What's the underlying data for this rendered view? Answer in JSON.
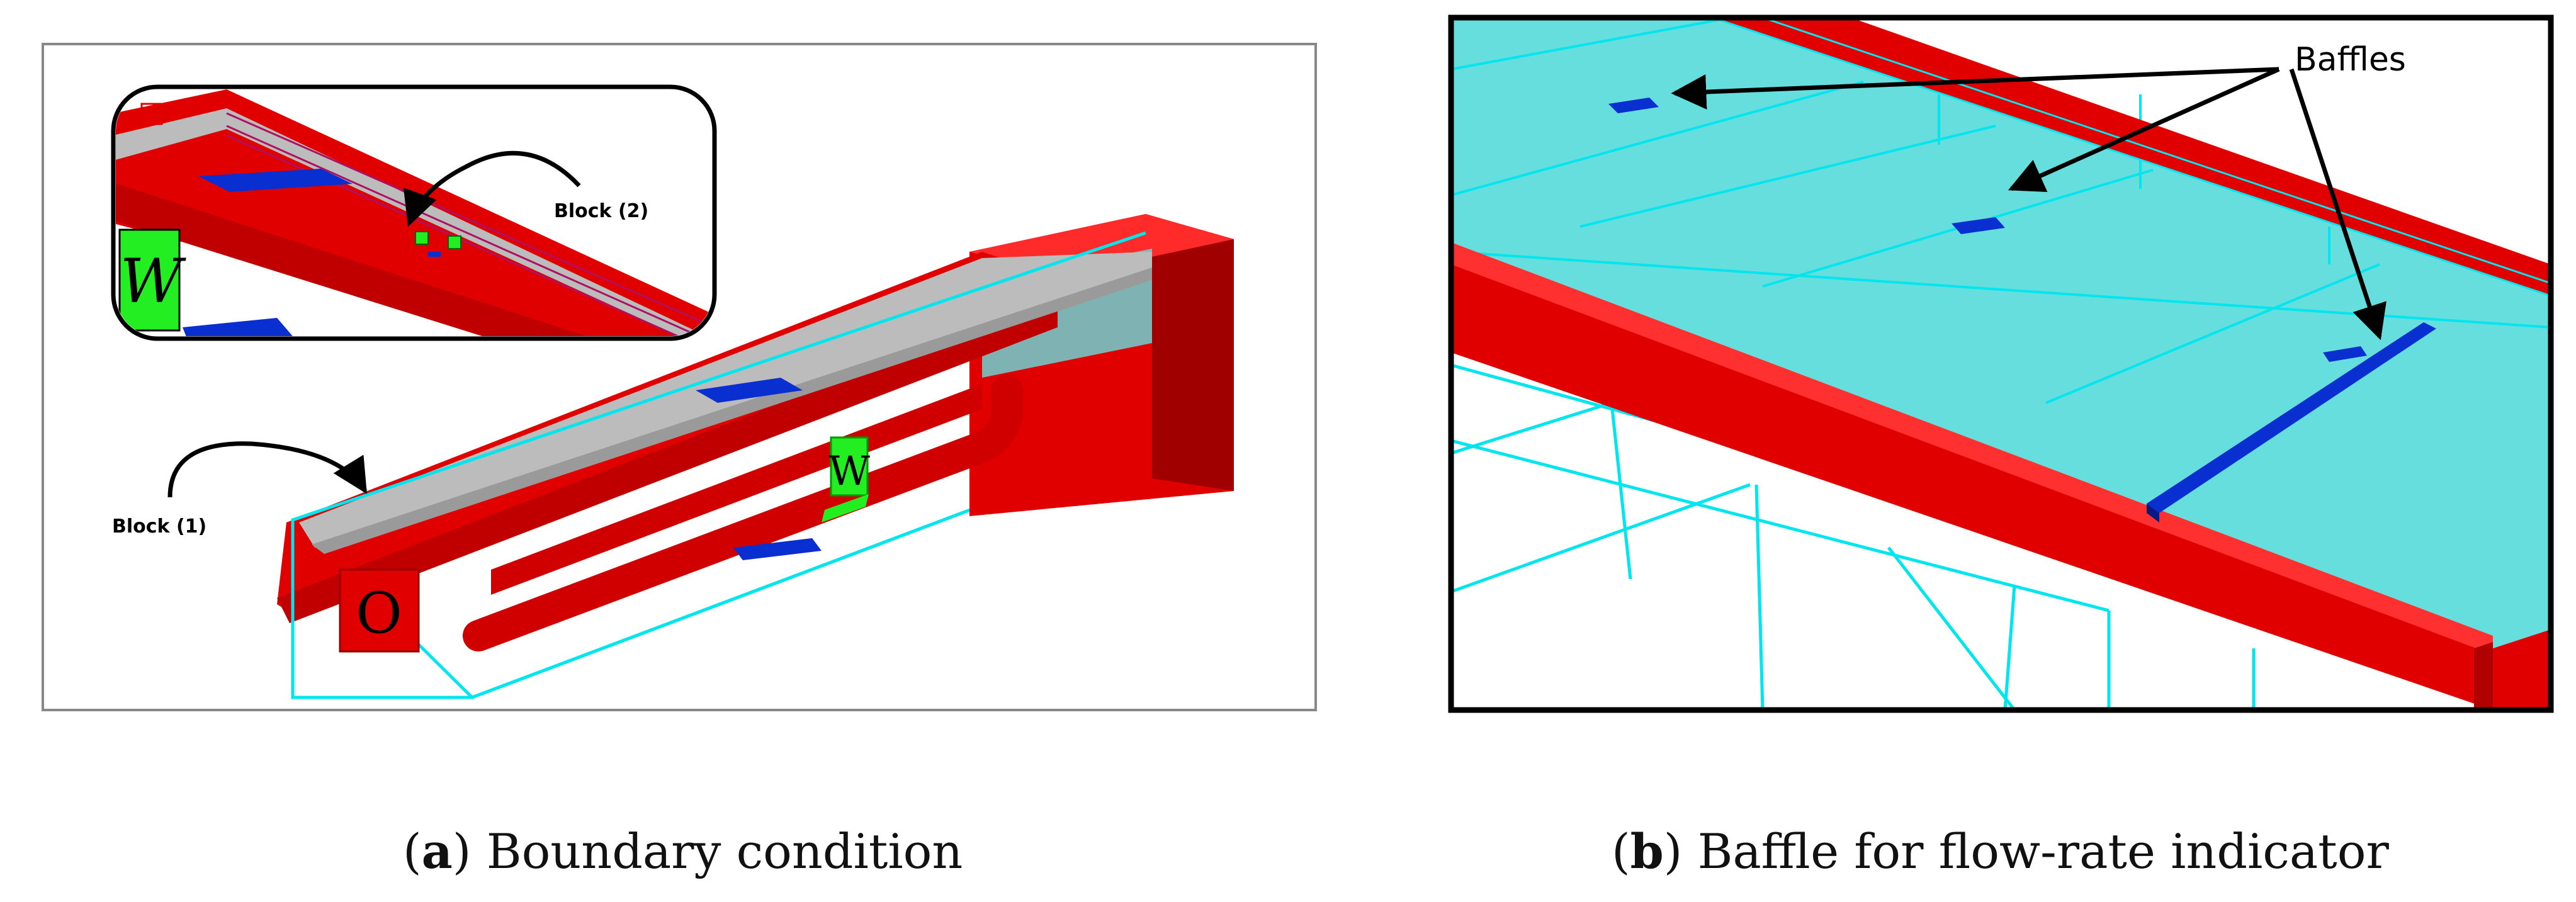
{
  "panel_a": {
    "caption_letter": "a",
    "caption_text": "Boundary condition",
    "label_block1": "Block (1)",
    "label_block2": "Block (2)",
    "marker_outlet": "O",
    "marker_weir": "W"
  },
  "panel_b": {
    "caption_letter": "b",
    "caption_text": "Baffle for flow-rate indicator",
    "label_baffles": "Baffles"
  },
  "colors": {
    "channel_red": "#e00000",
    "channel_dark_red": "#a00000",
    "mesh_cyan": "#00e5ee",
    "water_cyan": "#66dede",
    "baffle_blue": "#0a2fd0",
    "weir_green": "#22ee22",
    "floor_gray": "#bcbcbc"
  }
}
